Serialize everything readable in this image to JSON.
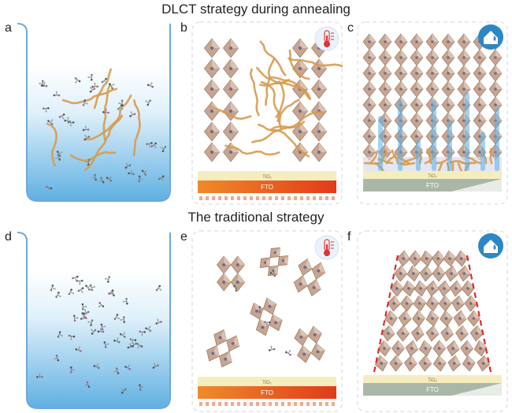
{
  "top_heading": "DLCT strategy during annealing",
  "bottom_heading": "The traditional strategy",
  "panels": {
    "a": {
      "label": "a"
    },
    "b": {
      "label": "b",
      "tio2": "TiO₂",
      "fto": "FTO",
      "badge_icon": "thermometer-icon"
    },
    "c": {
      "label": "c",
      "tio2": "TiO₂",
      "fto": "FTO",
      "badge_icon": "house-water-icon"
    },
    "d": {
      "label": "d"
    },
    "e": {
      "label": "e",
      "tio2": "TiO₂",
      "fto": "FTO",
      "badge_icon": "thermometer-icon"
    },
    "f": {
      "label": "f",
      "tio2": "TiO₂",
      "fto": "FTO",
      "badge_icon": "house-water-icon"
    }
  },
  "colors": {
    "beaker_outline": "#6ea8d8",
    "solution_top": "#eaf5fc",
    "solution_bottom": "#5fb0e2",
    "octahedron": "#c7a591",
    "octahedron_edge": "#8d6a58",
    "ligand": "#d89a4e",
    "tio2_layer": "#f4edbe",
    "fto_heated": "#e8521e",
    "fto_ambient": "#aab7a8",
    "water_badge": "#2d86c6",
    "heat_badge_bg": "#eaf3fb",
    "grain_boundary_dash": "#d92b2b",
    "moisture_column": "#5aaee6"
  }
}
